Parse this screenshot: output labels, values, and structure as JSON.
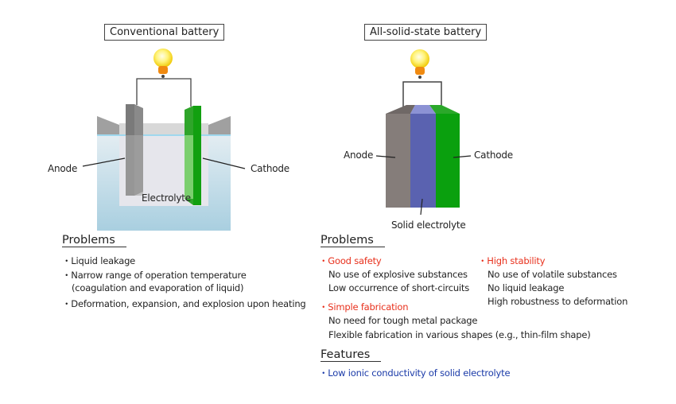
{
  "conventional": {
    "title": "Conventional battery",
    "anode": "Anode",
    "cathode": "Cathode",
    "electrolyte": "Electrolyte",
    "problems_heading": "Problems",
    "problems": [
      "・Liquid leakage",
      "・Narrow range of operation temperature",
      "(coagulation and evaporation of liquid)",
      "・Deformation, expansion, and explosion upon heating"
    ]
  },
  "solid": {
    "title": "All-solid-state battery",
    "anode": "Anode",
    "cathode": "Cathode",
    "electrolyte": "Solid electrolyte",
    "problems_heading": "Problems",
    "good_safety": {
      "title": "・Good safety",
      "items": [
        "No use of explosive substances",
        "Low occurrence of short-circuits"
      ]
    },
    "high_stability": {
      "title": "・High stability",
      "items": [
        "No use of volatile substances",
        "No liquid leakage",
        "High robustness to deformation"
      ]
    },
    "simple_fabrication": {
      "title": "・Simple fabrication",
      "items": [
        "No need for tough metal package",
        "Flexible fabrication in various shapes (e.g., thin-film shape)"
      ]
    },
    "features_heading": "Features",
    "features": [
      "・Low ionic conductivity of solid electrolyte"
    ]
  },
  "colors": {
    "anode": "#857d7a",
    "electrolyte": "#5a62b0",
    "cathode": "#0aa00e",
    "red": "#e8301c",
    "blue": "#1a3aa8"
  }
}
